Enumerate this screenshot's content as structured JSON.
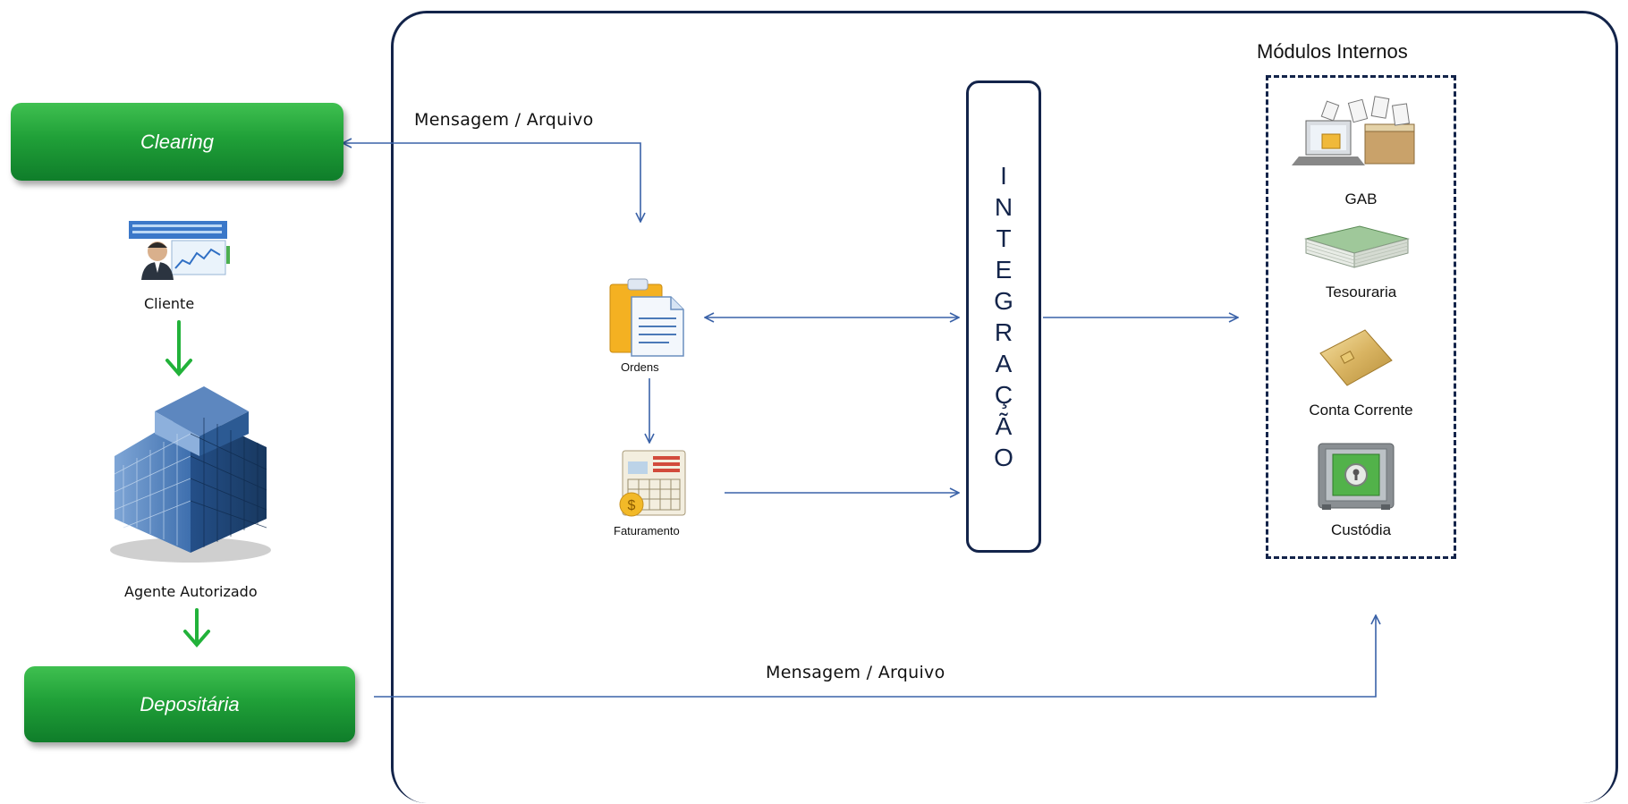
{
  "left": {
    "clearing_label": "Clearing",
    "cliente_label": "Cliente",
    "agente_label": "Agente Autorizado",
    "depositaria_label": "Depositária"
  },
  "center": {
    "msg_top": "Mensagem / Arquivo",
    "msg_bottom": "Mensagem / Arquivo",
    "ordens_label": "Ordens",
    "faturamento_label": "Faturamento"
  },
  "integracao": {
    "letters": [
      "I",
      "N",
      "T",
      "E",
      "G",
      "R",
      "A",
      "Ç",
      "Ã",
      "O"
    ]
  },
  "modules": {
    "title": "Módulos Internos",
    "gab": "GAB",
    "tesouraria": "Tesouraria",
    "conta_corrente": "Conta Corrente",
    "custodia": "Custódia"
  },
  "colors": {
    "frame": "#13244a",
    "arrow_blue": "#3a62a8",
    "green": "#20a038",
    "arrow_green": "#22b23a"
  }
}
